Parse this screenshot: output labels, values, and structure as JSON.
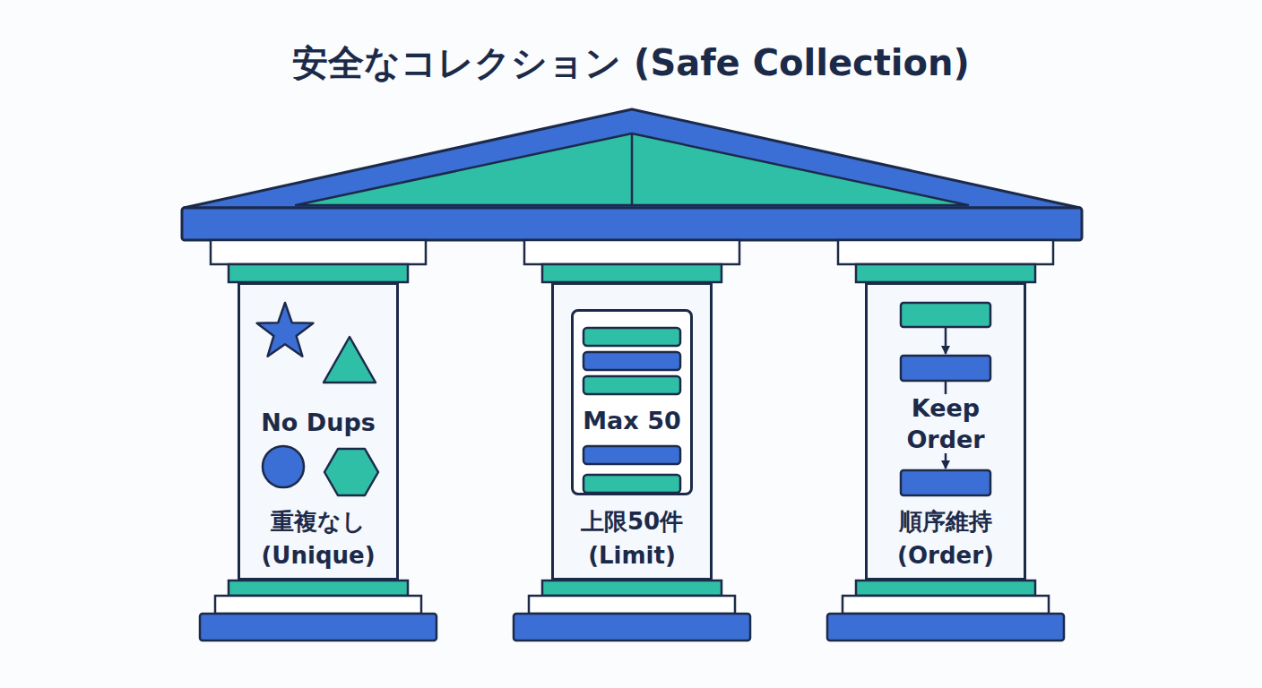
{
  "diagram": {
    "title": "安全なコレクション (Safe Collection)",
    "nodes": [
      {
        "text": [
          "No Dups",
          "重複なし (Unique)"
        ]
      },
      {
        "text": [
          "上限50件 (Limit)"
        ]
      },
      {
        "text": [
          "Max 50"
        ],
        "in": 1
      },
      {
        "text": [
          "Keep Order",
          "順序維持 (Order)"
        ]
      }
    ]
  }
}
